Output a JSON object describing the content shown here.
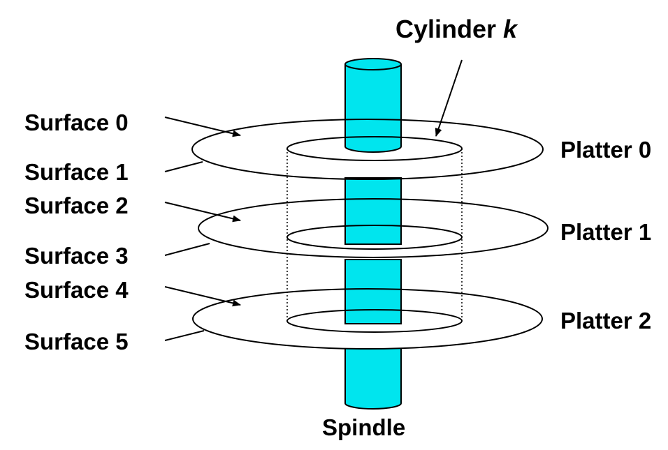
{
  "diagram": {
    "title_prefix": "Cylinder ",
    "title_var": "k",
    "surfaces": [
      "Surface 0",
      "Surface 1",
      "Surface 2",
      "Surface 3",
      "Surface 4",
      "Surface 5"
    ],
    "platters": [
      "Platter 0",
      "Platter 1",
      "Platter 2"
    ],
    "spindle": "Spindle"
  },
  "colors": {
    "spindle_fill": "#00e5ee",
    "stroke": "#000000",
    "background": "#ffffff"
  }
}
